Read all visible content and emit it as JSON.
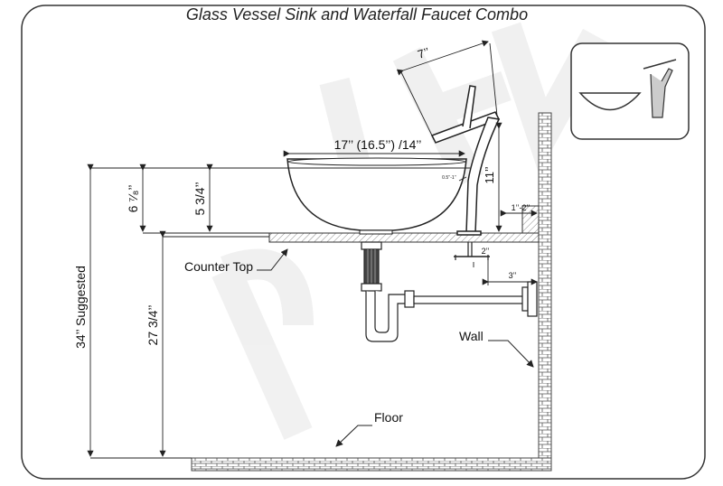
{
  "title": "Glass Vessel Sink and Waterfall Faucet Combo",
  "dimensions": {
    "sink_width": "17’’ (16.5’’) /14’’",
    "sink_above_counter": "6 ⁷⁄₈’’",
    "sink_height": "5 3/4’’",
    "counter_to_floor": "27 3/4’’",
    "total_suggested": "34’’ Suggested",
    "faucet_spout_width": "7’’",
    "faucet_height": "11’’",
    "faucet_offset_range": "1’’-2’’",
    "faucet_base": "2’’",
    "wall_offset": "3’’",
    "small_offset": "0.5’’-1’’"
  },
  "labels": {
    "counter_top": "Counter Top",
    "wall": "Wall",
    "floor": "Floor"
  },
  "colors": {
    "line": "#222222",
    "frame": "#333333",
    "hatch": "#777777",
    "watermark": "#eeeeee"
  }
}
